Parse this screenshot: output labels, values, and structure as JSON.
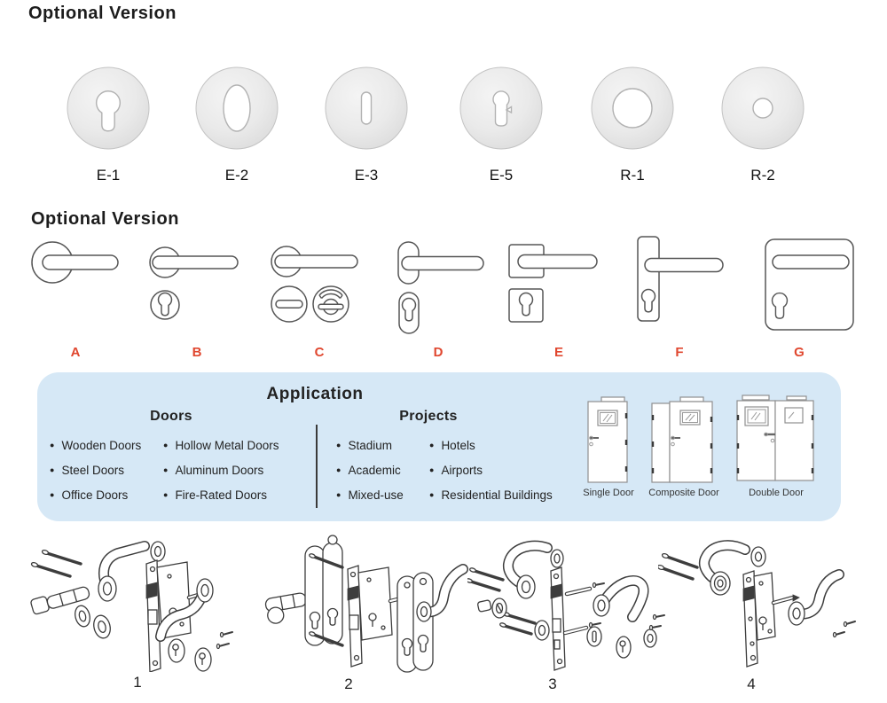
{
  "optional_version_top": {
    "title": "Optional Version",
    "items": [
      {
        "label": "E-1",
        "hole": "euro-profile-cutout"
      },
      {
        "label": "E-2",
        "hole": "oval-cutout"
      },
      {
        "label": "E-3",
        "hole": "key-slot-cutout"
      },
      {
        "label": "E-5",
        "hole": "bit-keyhole-cutout"
      },
      {
        "label": "R-1",
        "hole": "large-round-hole"
      },
      {
        "label": "R-2",
        "hole": "small-round-hole"
      }
    ]
  },
  "optional_version_handles": {
    "title": "Optional Version",
    "label_color": "#e0472f",
    "items": [
      {
        "label": "A",
        "style": "lever-on-round-rose"
      },
      {
        "label": "B",
        "style": "lever-on-round-rose-euro-escutcheon"
      },
      {
        "label": "C",
        "style": "lever-on-round-rose-wc-turn-release"
      },
      {
        "label": "D",
        "style": "lever-on-oval-rose-oval-escutcheon"
      },
      {
        "label": "E",
        "style": "lever-on-square-rose-square-escutcheon"
      },
      {
        "label": "F",
        "style": "lever-on-narrow-backplate"
      },
      {
        "label": "G",
        "style": "lever-recessed-square-plate"
      }
    ]
  },
  "application": {
    "title": "Application",
    "panel_color": "#d6e8f6",
    "bullet": "●",
    "doors": {
      "title": "Doors",
      "col1": [
        "Wooden Doors",
        "Steel Doors",
        "Office Doors"
      ],
      "col2": [
        "Hollow Metal Doors",
        "Aluminum Doors",
        "Fire-Rated Doors"
      ]
    },
    "projects": {
      "title": "Projects",
      "col1": [
        "Stadium",
        "Academic",
        "Mixed-use"
      ],
      "col2": [
        "Hotels",
        "Airports",
        "Residential Buildings"
      ]
    },
    "door_types": [
      {
        "label": "Single Door"
      },
      {
        "label": "Composite Door"
      },
      {
        "label": "Double Door"
      }
    ]
  },
  "assemblies": {
    "items": [
      {
        "label": "1"
      },
      {
        "label": "2"
      },
      {
        "label": "3"
      },
      {
        "label": "4"
      }
    ]
  }
}
